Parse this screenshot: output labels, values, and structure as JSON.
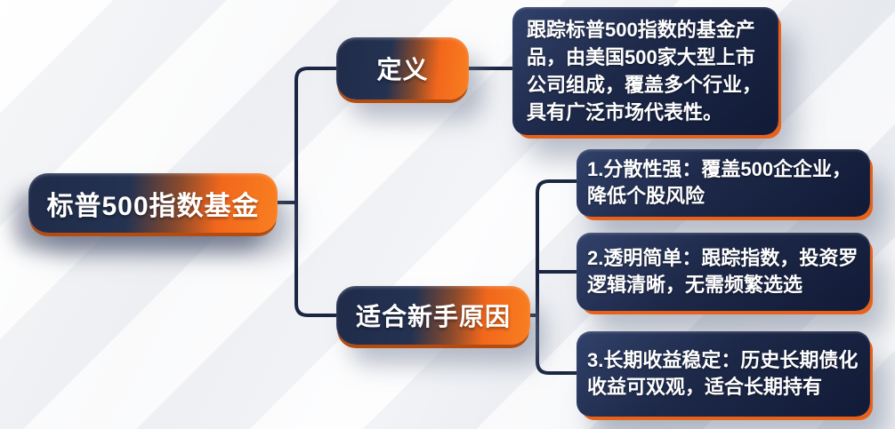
{
  "colors": {
    "navy": "#1c2844",
    "orange": "#f2671c",
    "connector_line": "#1b2642",
    "background": "#f2f3f6",
    "text": "#ffffff"
  },
  "mindmap": {
    "root": {
      "label": "标普500指数基金"
    },
    "branches": [
      {
        "label": "定义",
        "children": [
          {
            "text": "跟踪标普500指数的基金产品，由美国500家大型上市公司组成，覆盖多个行业，具有广泛市场代表性。"
          }
        ]
      },
      {
        "label": "适合新手原因",
        "children": [
          {
            "text": "1.分散性强：覆盖500企企业，降低个股风险"
          },
          {
            "text": "2.透明简单：跟踪指数，投资罗逻辑清晰，无需频繁选选"
          },
          {
            "text": "3.长期收益稳定：历史长期债化收益可双观，适合长期持有"
          }
        ]
      }
    ]
  }
}
